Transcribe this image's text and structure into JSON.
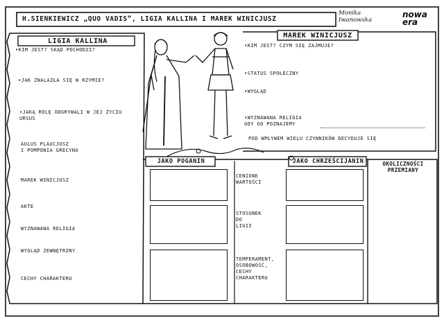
{
  "header": {
    "title": "H.SIENKIEWICZ „QUO VADIS”, LIGIA KALLINA I MAREK WINICJUSZ",
    "author": "Monika\nIwanowska",
    "logo": "nowa\nera"
  },
  "ligia": {
    "heading": "LIGIA KALLINA",
    "items": [
      "•KIM JEST? SKĄD POCHODZI?",
      "•JAK ZNALAZŁA SIĘ W RZYMIE?",
      "•JAKĄ ROLĘ ODGRYWALI W JEJ ŻYCIU\nURSUS",
      "AULUS PLAUCJUSZ\nI POMPONIA GRECYNA",
      "MAREK WINICJUSZ",
      "AKTE",
      "WYZNAWANA RELIGIA",
      "WYGLĄD ZEWNĘTRZNY",
      "CECHY CHARAKTERU"
    ]
  },
  "marek": {
    "heading": "MAREK WINICJUSZ",
    "items": [
      "•KIM JEST? CZYM SIĘ ZAJMUJE?",
      "•STATUS SPOŁECZNY",
      "•WYGLĄD",
      "•WYZNAWANA RELIGIA\nGDY GO POZNAJEMY",
      "POD WPŁYWEM WIELU CZYNNIKÓW DECYDUJE SIĘ"
    ]
  },
  "comparison": {
    "pagan_heading": "JAKO POGANIN",
    "christian_heading": "JAKO CHRZEŚCIJANIN",
    "circumstances_heading": "OKOLICZNOŚCI\nPRZEMIANY",
    "rows": [
      "CENIONE\nWARTOŚCI",
      "STOSUNEK\nDO\nLIGII",
      "TEMPERAMENT,\nOSOBOWOŚĆ,\nCECHY\nCHARAKTERU"
    ]
  },
  "colors": {
    "ink": "#111111",
    "paper": "#ffffff"
  },
  "icons": [
    "ligia-figure-icon",
    "marek-figure-icon",
    "vine-icon"
  ]
}
